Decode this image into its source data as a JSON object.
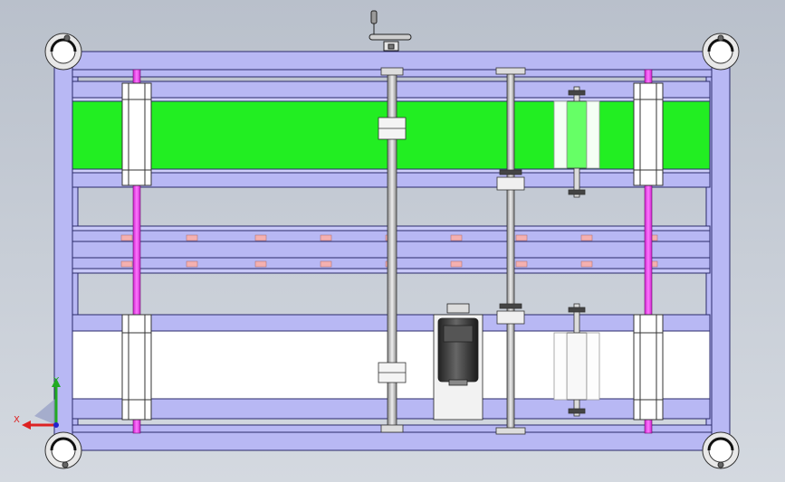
{
  "viewport": {
    "background_top": "#b9c0cb",
    "background_bottom": "#d4d9e0"
  },
  "model": {
    "frame_color": "#b8b8f4",
    "frame_edge_color": "#2a2a6a",
    "green_belt_color": "#22ee22",
    "white_belt_color": "#ffffff",
    "magenta_rod_color": "#ee44ee",
    "shaft_color": "#c8c8c8",
    "motor_color": "#3a3a3a",
    "corner_wheels": [
      "caster-wheel-top-left",
      "caster-wheel-top-right",
      "caster-wheel-bottom-left",
      "caster-wheel-bottom-right"
    ],
    "handwheel": "handwheel-icon"
  },
  "triad": {
    "y_label": "Y",
    "x_label": "X",
    "x_color": "#dd2222",
    "y_color": "#22aa22",
    "z_color": "#2222cc"
  }
}
